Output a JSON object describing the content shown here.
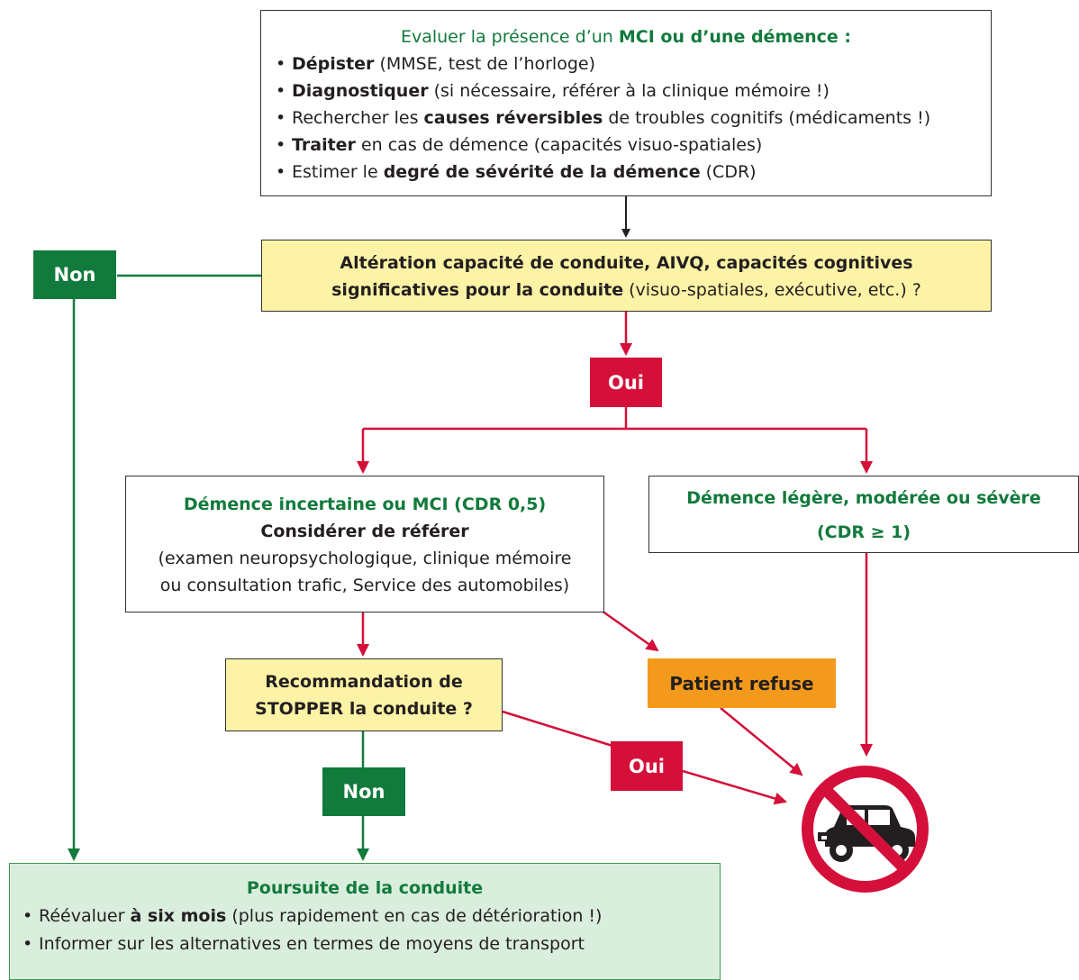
{
  "top_box": {
    "title_prefix": "Evaluer la présence d’un",
    "title_bold": "MCI ou d’une démence :",
    "items": [
      {
        "bold": "Dépister",
        "rest": " (MMSE, test de l’horloge)"
      },
      {
        "bold": "Diagnostiquer",
        "rest": " (si nécessaire, référer à la clinique mémoire !)"
      },
      {
        "pre": "Rechercher les ",
        "bold": "causes réversibles",
        "rest": " de troubles cognitifs (médicaments !)"
      },
      {
        "bold": "Traiter",
        "rest": " en cas de démence (capacités visuo-spatiales)"
      },
      {
        "pre": "Estimer le ",
        "bold": "degré de sévérité de la démence",
        "rest": " (CDR)"
      }
    ]
  },
  "question_box": {
    "line1": "Altération capacité de conduite, AIVQ, capacités cognitives",
    "line2_bold": "significatives pour la conduite",
    "line2_rest": " (visuo-spatiales, exécutive, etc.) ?"
  },
  "tags": {
    "non_left": "Non",
    "oui_top": "Oui",
    "patient_refuse": "Patient refuse",
    "oui_bottom": "Oui",
    "non_bottom": "Non"
  },
  "mci_box": {
    "title": "Démence incertaine ou MCI (CDR 0,5)",
    "subtitle": "Considérer de référer",
    "line1": "(examen neuropsychologique, clinique mémoire",
    "line2": "ou consultation trafic, Service des automobiles)"
  },
  "dementia_box": {
    "line1": "Démence légère, modérée ou sévère",
    "line2": "(CDR ≥ 1)"
  },
  "stop_box": {
    "line1": "Recommandation de",
    "line2_bold": "STOPPER",
    "line2_rest": " la conduite ?"
  },
  "continue_box": {
    "title": "Poursuite de la conduite",
    "items": [
      {
        "pre": "Réévaluer ",
        "bold": "à six mois",
        "rest": " (plus rapidement en cas de détérioration !)"
      },
      {
        "pre": "Informer sur les alternatives en termes de moyens de transport",
        "bold": "",
        "rest": ""
      }
    ]
  },
  "colors": {
    "green": "#127a3c",
    "red": "#d40f3a",
    "orange": "#f39a1d",
    "yellow": "#fdf3a6",
    "light_green": "#d9eedd"
  },
  "icons": {
    "no_driving": "no-car-icon"
  }
}
